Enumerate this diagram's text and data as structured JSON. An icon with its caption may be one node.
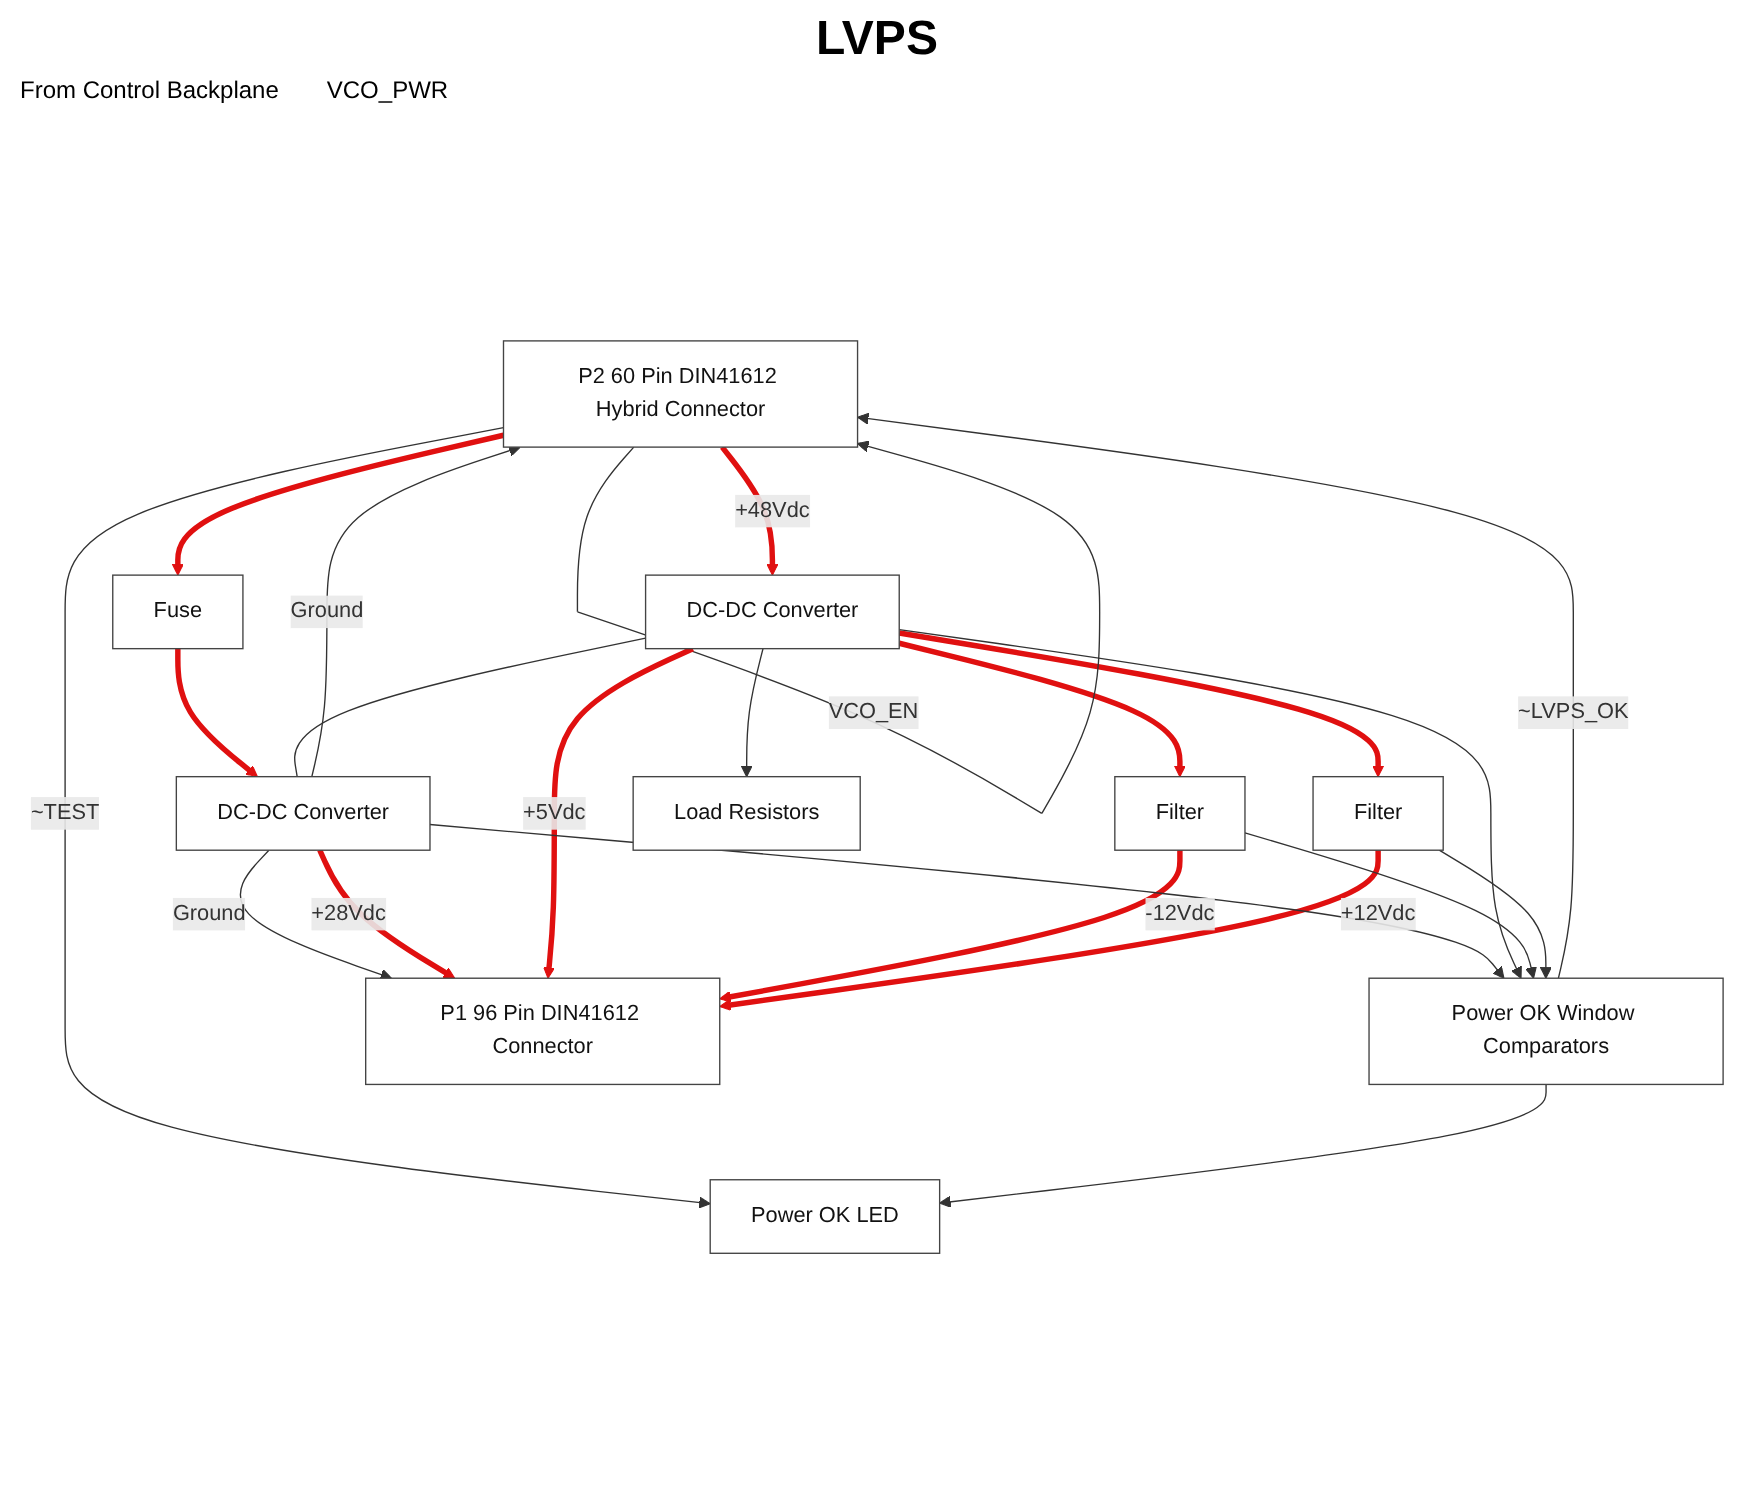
{
  "diagram": {
    "title": "LVPS",
    "nodes": [
      {
        "text": [
          "P2 60 Pin DIN41612 Hybrid Connector"
        ]
      },
      {
        "text": [
          "DC-DC Converter"
        ]
      },
      {
        "text": [
          "Fuse"
        ]
      },
      {
        "text": [
          "DC-DC Converter"
        ]
      },
      {
        "text": [
          "Filter"
        ]
      },
      {
        "text": [
          "Filter"
        ]
      },
      {
        "text": [
          "Load Resistors"
        ]
      },
      {
        "text": [
          "Power OK LED"
        ]
      },
      {
        "text": [
          "Power OK Window Comparators"
        ]
      },
      {
        "text": [
          "P1 96 Pin DIN41612 Connector"
        ]
      }
    ],
    "edges": [
      {
        "from": 0,
        "to": 1,
        "arrow": "to",
        "label": "+48Vdc",
        "style": "thick",
        "color": "#e01010"
      },
      {
        "from": 0,
        "to": 2,
        "arrow": "to",
        "style": "thick",
        "color": "#e01010"
      },
      {
        "from": 2,
        "to": 3,
        "arrow": "to",
        "style": "thick",
        "color": "#e01010"
      },
      {
        "from": 1,
        "to": 4,
        "arrow": "to",
        "style": "thick",
        "color": "#e01010"
      },
      {
        "from": 1,
        "to": 5,
        "arrow": "to",
        "style": "thick",
        "color": "#e01010"
      },
      {
        "from": 1,
        "to": 6,
        "arrow": "to"
      },
      {
        "from": 1,
        "to": 3,
        "arrow": "none"
      },
      {
        "from": 3,
        "to": 0,
        "arrow": "to",
        "label": "Ground"
      },
      {
        "from": 0,
        "to": 7,
        "arrow": "to",
        "label": "~TEST"
      },
      {
        "from": 0,
        "to": 0,
        "arrow": "to",
        "label": "VCO_EN"
      },
      {
        "from": 8,
        "to": 0,
        "arrow": "to",
        "label": "~LVPS_OK"
      },
      {
        "from": 8,
        "to": 7,
        "arrow": "to"
      },
      {
        "from": 3,
        "to": 9,
        "arrow": "to",
        "label": "Ground"
      },
      {
        "from": 3,
        "to": 9,
        "arrow": "to",
        "label": "+28Vdc",
        "style": "thick",
        "color": "#e01010"
      },
      {
        "from": 1,
        "to": 9,
        "arrow": "to",
        "label": "+5Vdc",
        "style": "thick",
        "color": "#e01010"
      },
      {
        "from": 5,
        "to": 9,
        "arrow": "to",
        "label": "-12Vdc",
        "style": "thick",
        "color": "#e01010"
      },
      {
        "from": 4,
        "to": 9,
        "arrow": "to",
        "label": "+12Vdc",
        "style": "thick",
        "color": "#e01010"
      },
      {
        "from": 3,
        "to": 8,
        "arrow": "to"
      },
      {
        "from": 1,
        "to": 8,
        "arrow": "to"
      },
      {
        "from": 5,
        "to": 8,
        "arrow": "to"
      },
      {
        "from": 4,
        "to": 8,
        "arrow": "to"
      }
    ],
    "labels": [
      "From Control Backplane",
      "VCO_PWR"
    ]
  }
}
